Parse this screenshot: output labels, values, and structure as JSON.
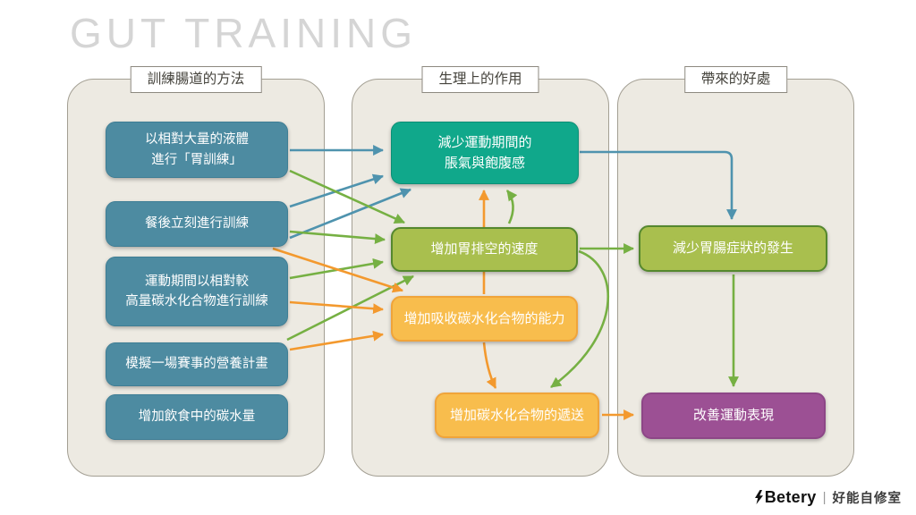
{
  "title": "GUT TRAINING",
  "panels": {
    "methods": {
      "header": "訓練腸道的方法"
    },
    "effects": {
      "header": "生理上的作用"
    },
    "benefits": {
      "header": "帶來的好處"
    }
  },
  "nodes": {
    "b1": {
      "text": "以相對大量的液體\n進行「胃訓練」"
    },
    "b2": {
      "text": "餐後立刻進行訓練"
    },
    "b3": {
      "text": "運動期間以相對較\n高量碳水化合物進行訓練"
    },
    "b4": {
      "text": "模擬一場賽事的營養計畫"
    },
    "b5": {
      "text": "增加飲食中的碳水量"
    },
    "m1": {
      "text": "減少運動期間的\n脹氣與飽腹感"
    },
    "m2": {
      "text": "增加胃排空的速度"
    },
    "m3": {
      "text": "增加吸收碳水化合物的能力"
    },
    "m4": {
      "text": "增加碳水化合物的遞送"
    },
    "r1": {
      "text": "減少胃腸症狀的發生"
    },
    "r2": {
      "text": "改善運動表現"
    }
  },
  "edges": [
    {
      "from": "b1",
      "to": "m1",
      "color": "blue"
    },
    {
      "from": "b2",
      "to": "m1",
      "color": "blue"
    },
    {
      "from": "b3",
      "to": "m1",
      "color": "blue"
    },
    {
      "from": "b1",
      "to": "m2",
      "color": "green"
    },
    {
      "from": "b2",
      "to": "m2",
      "color": "green"
    },
    {
      "from": "b3",
      "to": "m2",
      "color": "green"
    },
    {
      "from": "b4",
      "to": "m2",
      "color": "green"
    },
    {
      "from": "b2",
      "to": "m3",
      "color": "orange"
    },
    {
      "from": "b3",
      "to": "m3",
      "color": "orange"
    },
    {
      "from": "b4",
      "to": "m3",
      "color": "orange"
    },
    {
      "from": "m3",
      "to": "m1",
      "color": "orange"
    },
    {
      "from": "m2",
      "to": "m1",
      "color": "green"
    },
    {
      "from": "m3",
      "to": "m4",
      "color": "orange"
    },
    {
      "from": "m2",
      "to": "m4",
      "color": "green"
    },
    {
      "from": "m1",
      "to": "r1",
      "color": "blue"
    },
    {
      "from": "m2",
      "to": "r1",
      "color": "green"
    },
    {
      "from": "r1",
      "to": "r2",
      "color": "green"
    },
    {
      "from": "m4",
      "to": "r2",
      "color": "orange"
    }
  ],
  "footer": {
    "brand": "Betery",
    "separator": "|",
    "studio": "好能自修室"
  },
  "palette": {
    "method_box": "#4d8ba1",
    "emerald_box": "#10a88b",
    "lime_box": "#a9bf4e",
    "lime_border": "#55882e",
    "amber_box": "#f8bd4d",
    "amber_border": "#f0a43a",
    "purple_box": "#9c5094",
    "arrow_blue": "#4f93ae",
    "arrow_green": "#76b043",
    "arrow_orange": "#f3992e",
    "panel_bg": "#edeae2",
    "title_gray": "#d5d5d5"
  }
}
